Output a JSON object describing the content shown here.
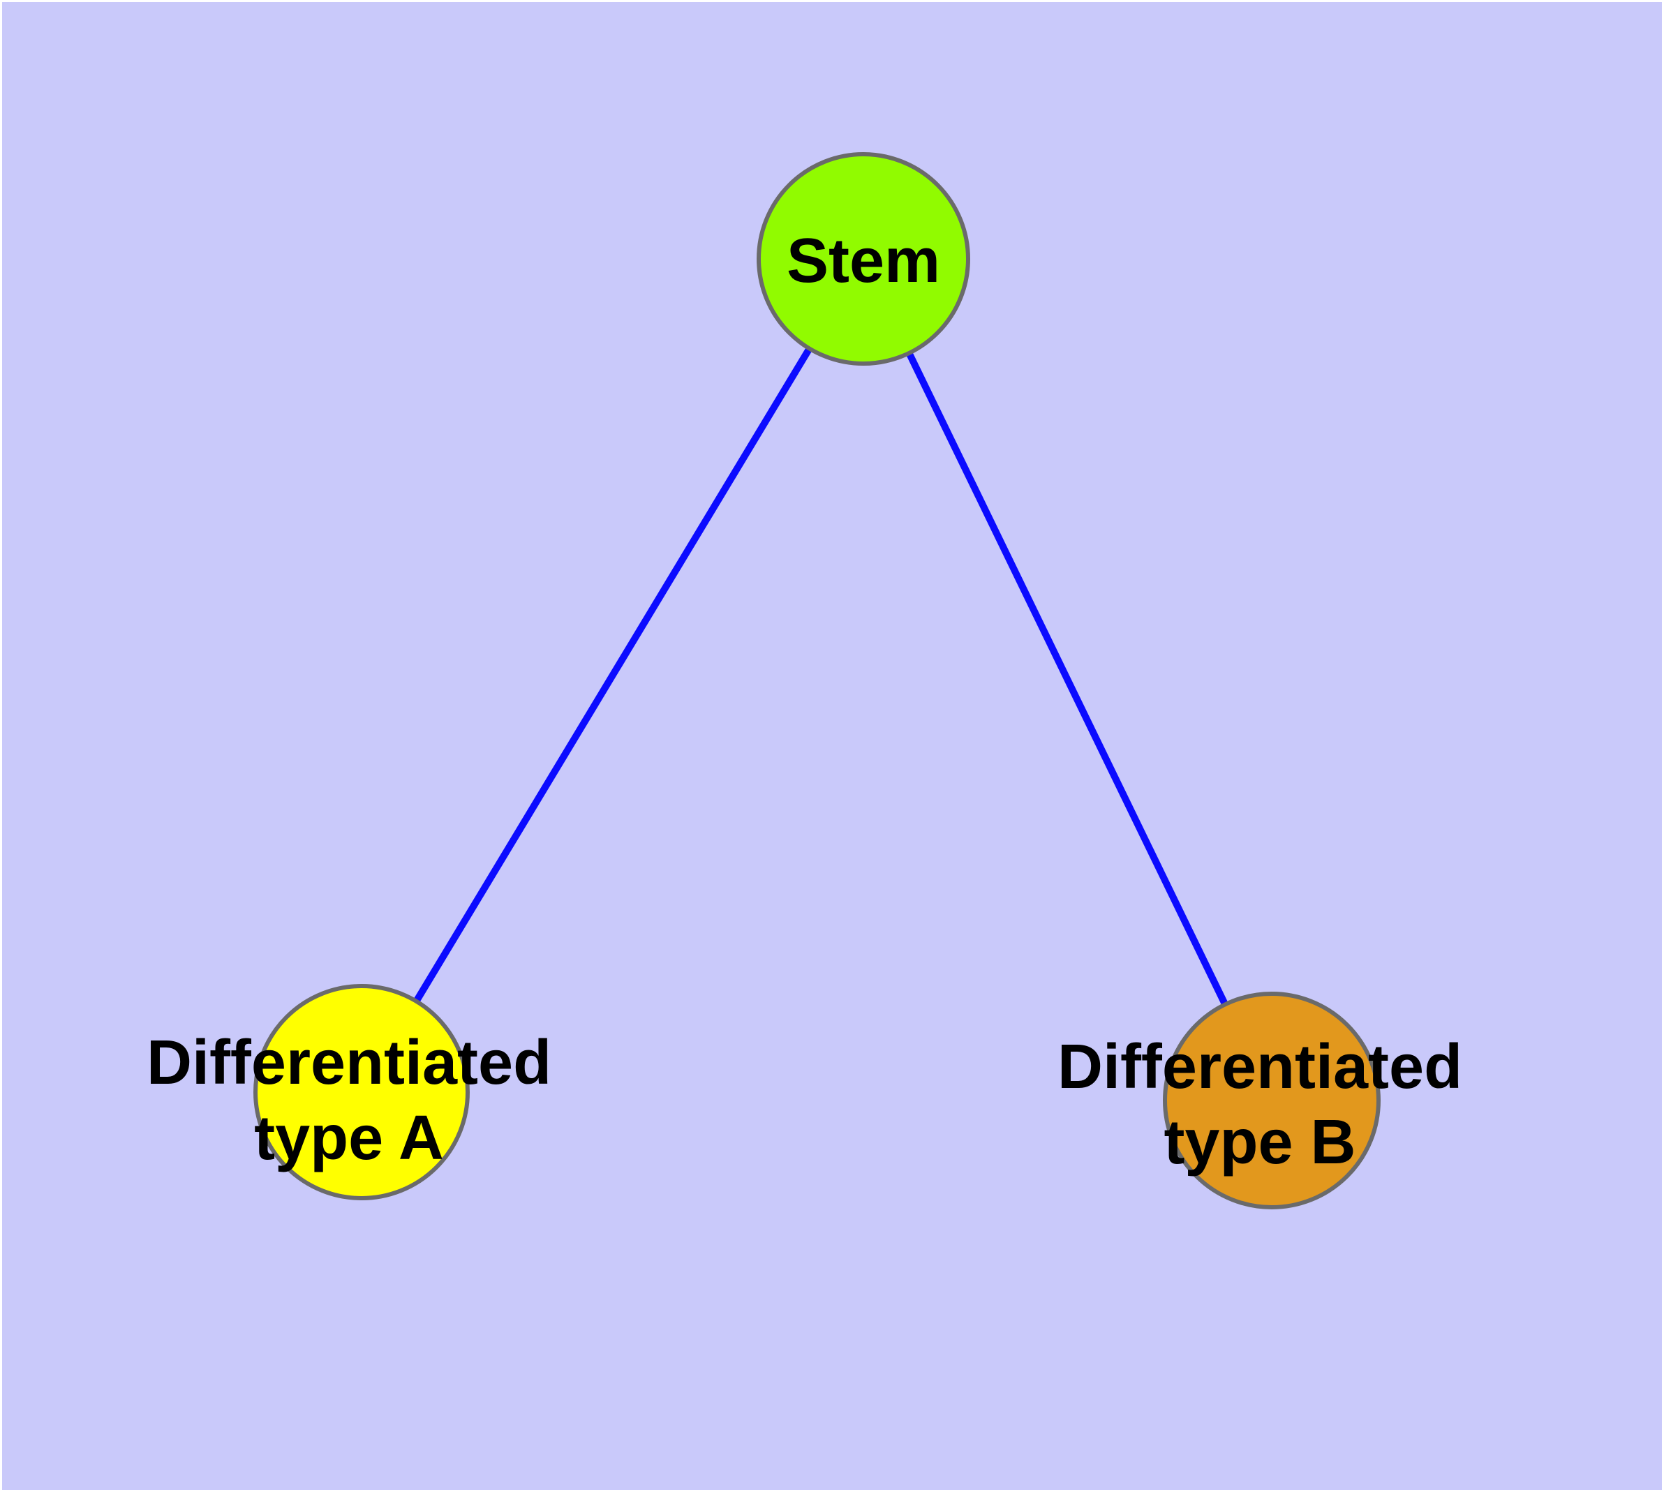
{
  "figure": {
    "type": "graph-diagram",
    "description": "Stem cell differentiation graph: one stem node connected to two differentiated cell-type nodes",
    "background_color": "#C9C9FA",
    "frame_color": "#FFFFFF",
    "edge_color": "#0B0BFF",
    "node_border_color": "#6A6A6A",
    "nodes": [
      {
        "id": "stem",
        "label": "Stem",
        "lines": [
          "Stem"
        ],
        "fill": "#91FB00"
      },
      {
        "id": "diff-a",
        "label": "Differentiated type A",
        "lines": [
          "Differentiated",
          "type A"
        ],
        "fill": "#FFFF00"
      },
      {
        "id": "diff-b",
        "label": "Differentiated type B",
        "lines": [
          "Differentiated",
          "type B"
        ],
        "fill": "#E2981D"
      }
    ],
    "edges": [
      {
        "from": "Stem",
        "to": "Differentiated type A"
      },
      {
        "from": "Stem",
        "to": "Differentiated type B"
      }
    ]
  }
}
